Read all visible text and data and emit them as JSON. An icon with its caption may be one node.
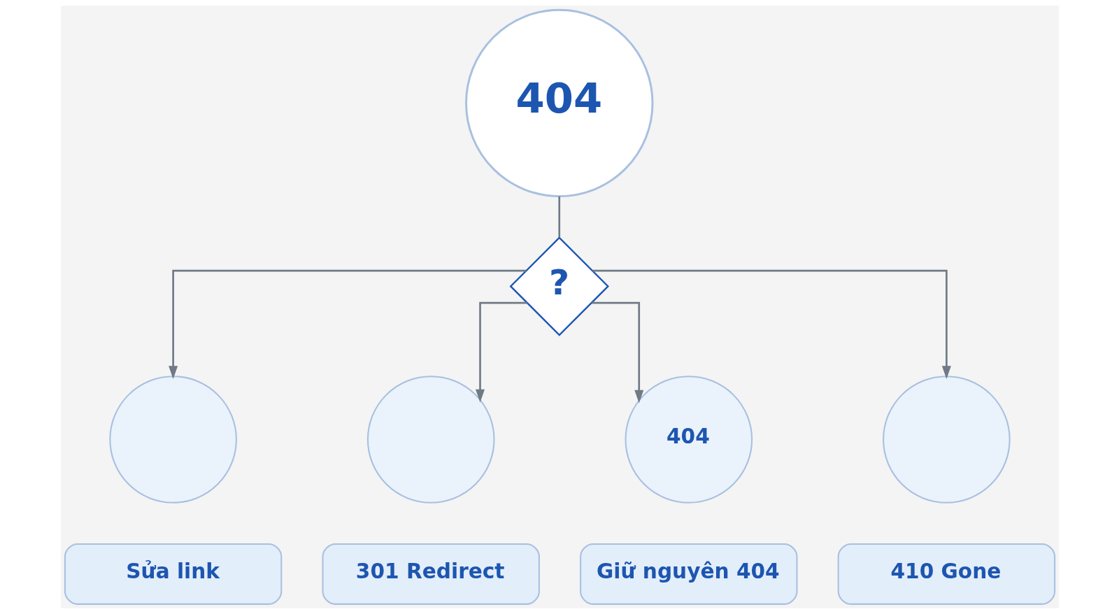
{
  "diagram": {
    "nodes": [
      {
        "text": [
          "404"
        ]
      },
      {
        "text": [
          "?"
        ]
      },
      {
        "text": [],
        "shape": "circle"
      },
      {
        "text": [],
        "shape": "circle"
      },
      {
        "text": [
          "404"
        ]
      },
      {
        "text": [],
        "shape": "circle"
      },
      {
        "text": [
          "Sửa link"
        ]
      },
      {
        "text": [
          "301 Redirect"
        ]
      },
      {
        "text": [
          "Giữ nguyên 404"
        ]
      },
      {
        "text": [
          "410 Gone"
        ]
      }
    ],
    "edges": [
      {
        "from": 0,
        "to": 1,
        "arrow": "none"
      },
      {
        "from": 1,
        "to": 2,
        "arrow": "to"
      },
      {
        "from": 1,
        "to": 3,
        "arrow": "to"
      },
      {
        "from": 1,
        "to": 4,
        "arrow": "to"
      },
      {
        "from": 1,
        "to": 5,
        "arrow": "to"
      }
    ]
  }
}
